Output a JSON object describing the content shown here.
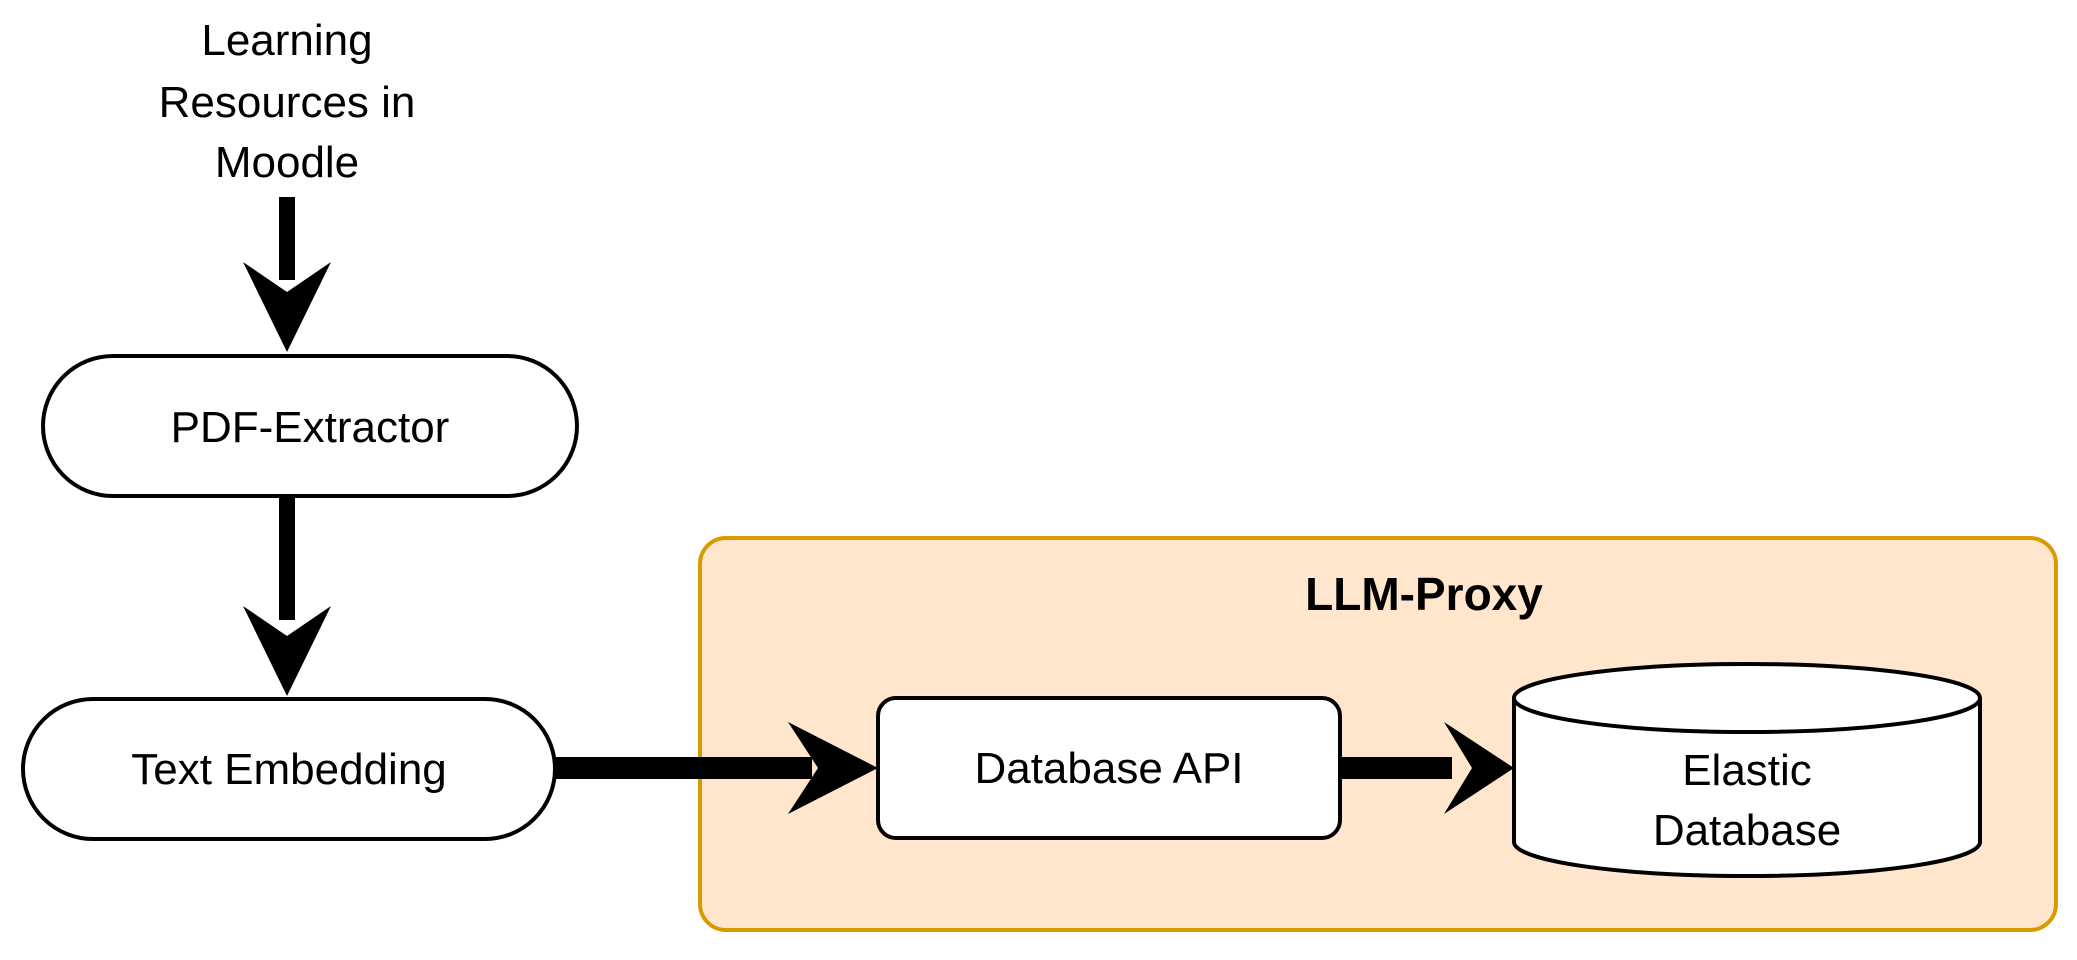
{
  "source": {
    "lines": [
      "Learning",
      "Resources in",
      "Moodle"
    ]
  },
  "nodes": {
    "pdf_extractor": "PDF-Extractor",
    "text_embedding": "Text Embedding",
    "database_api": "Database API",
    "elastic_database": {
      "lines": [
        "Elastic",
        "Database"
      ]
    }
  },
  "group": {
    "title": "LLM-Proxy",
    "fill_color": "#ffe6cc",
    "border_color": "#d79b00"
  },
  "colors": {
    "stroke": "#000000",
    "node_fill": "#ffffff"
  }
}
